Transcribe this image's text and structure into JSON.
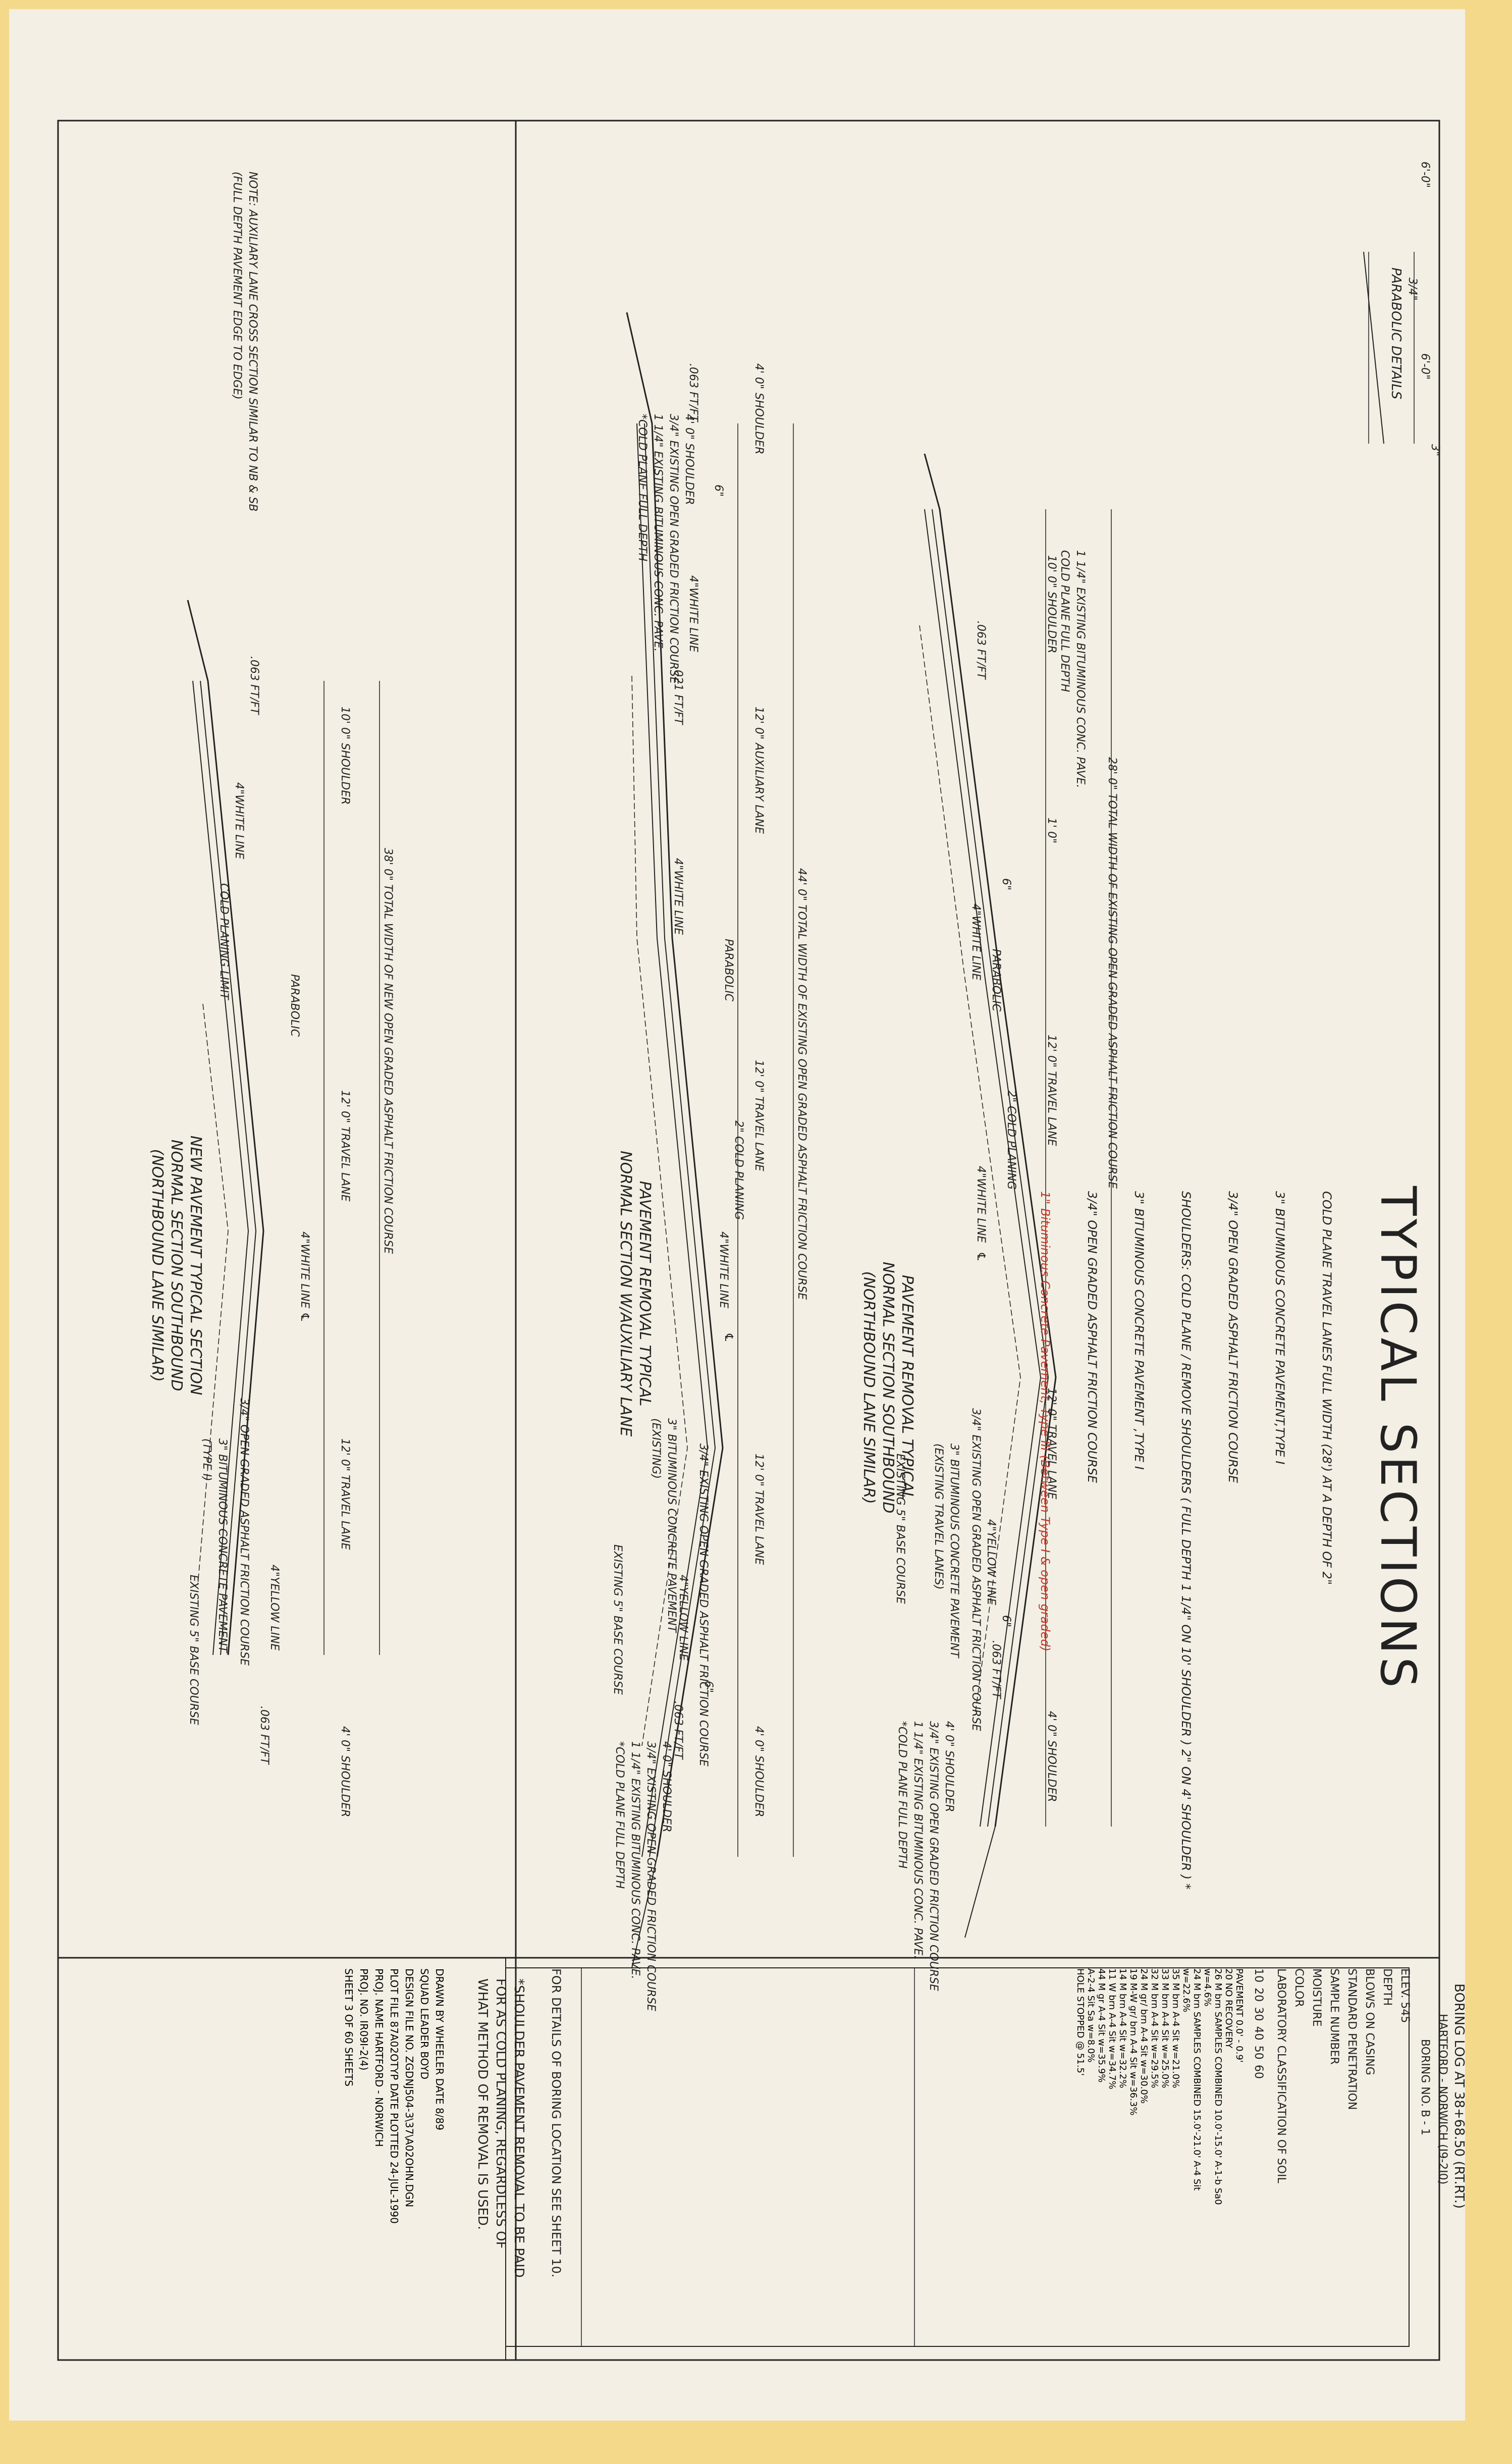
{
  "title": "TYPICAL SECTIONS",
  "notes": {
    "lines": [
      "COLD PLANE TRAVEL LANES FULL WIDTH (28') AT A DEPTH OF 2\"",
      "3\" BITUMINOUS CONCRETE PAVEMENT,TYPE I",
      "3/4\" OPEN GRADED ASPHALT FRICTION COURSE",
      "SHOULDERS: COLD PLANE / REMOVE SHOULDERS ( FULL DEPTH 1 1/4\" ON 10' SHOULDER ) 2\" ON 4' SHOULDER ) *",
      "3\" BITUMINOUS CONCRETE PAVEMENT ,TYPE I",
      "3/4\" OPEN GRADED ASPHALT FRICTION COURSE"
    ],
    "handwritten": "1\" Bituminous Concrete Pavement, Type III (Between Type I & open graded)"
  },
  "parabolic_detail": {
    "title": "PARABOLIC DETAILS",
    "dim_left": "6'-0\"",
    "dim_right": "6'-0\"",
    "crown": "3/4\"",
    "edge": "3\""
  },
  "section1": {
    "caption": "PAVEMENT REMOVAL TYPICAL\nNORMAL SECTION SOUTHBOUND\n(NORTHBOUND LANE SIMILAR)",
    "total_width": "28' 0\" TOTAL WIDTH OF EXISTING OPEN GRADED ASPHALT FRICTION COURSE",
    "dims": [
      "10' 0\" SHOULDER",
      "1' 0\"",
      "12' 0\" TRAVEL LANE",
      "12' 0\" TRAVEL LANE",
      "4' 0\" SHOULDER"
    ],
    "labels": {
      "existing_left": "1 1/4\" EXISTING BITUMINOUS CONC. PAVE.\nCOLD PLANE FULL DEPTH",
      "slope_left": ".063 FT/FT",
      "slope_right": ".063 FT/FT",
      "six_in_left": "6\"",
      "six_in_right": "6\"",
      "white_line_left": "4\"WHITE LINE",
      "parabolic": "PARABOLIC",
      "cold_planing": "2\" COLD PLANING",
      "white_line_center": "4\"WHITE LINE",
      "cl": "℄",
      "open_graded": "3/4\" EXISTING OPEN GRADED ASPHALT FRICTION COURSE",
      "bit_conc": "3\" BITUMINOUS CONCRETE PAVEMENT\n(EXISTING TRAVEL LANES)",
      "yellow_line": "4\"YELLOW LINE",
      "base_course": "EXISTING 5\" BASE COURSE",
      "right_notes": "4' 0\" SHOULDER\n3/4\" EXISTING OPEN GRADED FRICTION COURSE\n1 1/4\" EXISTING BITUMINOUS CONC. PAVE.\n*COLD PLANE FULL DEPTH"
    }
  },
  "section2": {
    "caption": "PAVEMENT REMOVAL TYPICAL\nNORMAL SECTION W/AUXILIARY LANE",
    "total_width": "44' 0\" TOTAL WIDTH OF EXISTING OPEN GRADED ASPHALT FRICTION COURSE",
    "dims": [
      "4' 0\" SHOULDER",
      "12' 0\" AUXILIARY LANE",
      "12' 0\" TRAVEL LANE",
      "12' 0\" TRAVEL LANE",
      "4' 0\" SHOULDER"
    ],
    "labels": {
      "left_notes": "4' 0\" SHOULDER\n3/4\" EXISTING OPEN GRADED FRICTION COURSE\n1 1/4\" EXISTING BITUMINOUS CONC. PAVE.\n*COLD PLANE FULL DEPTH",
      "slope_left": ".063 FT/FT",
      "six_in": "6\"",
      "white_line_left": "4\"WHITE LINE",
      "aux_slope": ".021 FT/FT",
      "white_line_2": "4\"WHITE LINE",
      "parabolic": "PARABOLIC",
      "cold_planing": "2\" COLD PLANING",
      "white_line_center": "4\"WHITE LINE",
      "cl": "℄",
      "open_graded": "3/4\" EXISTING OPEN GRADED ASPHALT FRICTION COURSE",
      "bit_conc": "3\" BITUMINOUS CONCRETE PAVEMENT\n(EXISTING)",
      "yellow_line": "4\"YELLOW LINE",
      "six_in_right": "6\"",
      "slope_right": ".063 FT/FT",
      "base_course": "EXISTING 5\" BASE COURSE",
      "right_notes": "4' 0\" SHOULDER\n3/4\" EXISTING OPEN GRADED FRICTION COURSE\n1 1/4\" EXISTING BITUMINOUS CONC. PAVE.\n*COLD PLANE FULL DEPTH"
    }
  },
  "section3": {
    "caption": "NEW PAVEMENT TYPICAL SECTION\nNORMAL SECTION SOUTHBOUND\n(NORTHBOUND LANE SIMILAR)",
    "total_width": "38' 0\" TOTAL WIDTH OF NEW OPEN GRADED ASPHALT FRICTION COURSE",
    "dims": [
      "10' 0\" SHOULDER",
      "12' 0\" TRAVEL LANE",
      "12' 0\" TRAVEL LANE",
      "4' 0\" SHOULDER"
    ],
    "labels": {
      "aux_note": "NOTE: AUXILIARY LANE CROSS SECTION SIMILAR TO NB & SB\n(FULL DEPTH PAVEMENT EDGE TO EDGE)",
      "slope_left": ".063 FT/FT",
      "white_line_left": "4\"WHITE LINE",
      "cold_planing_limit": "COLD PLANING LIMIT",
      "parabolic": "PARABOLIC",
      "white_line_center": "4\"WHITE LINE",
      "cl": "℄",
      "open_graded": "3/4\" OPEN GRADED ASPHALT FRICTION COURSE",
      "bit_conc": "3\" BITUMINOUS CONCRETE PAVEMENT\n(TYPE I)",
      "yellow_line": "4\"YELLOW LINE",
      "slope_right": ".063 FT/FT",
      "base_course": "EXISTING 5\" BASE COURSE"
    }
  },
  "boring_log": {
    "title": "BORING LOG AT 38+68.50 (RT.RT.)",
    "subtitle": "HARTFORD - NORWICH (I9-2I0)",
    "boring_no_label": "BORING NO.",
    "boring_no": "B - 1",
    "elev": "ELEV. 545",
    "columns": [
      "DEPTH",
      "BLOWS ON CASING",
      "STANDARD PENETRATION",
      "SAMPLE NUMBER",
      "MOISTURE",
      "COLOR",
      "LABORATORY CLASSIFICATION OF SOIL"
    ],
    "depth_ticks": [
      "10",
      "20",
      "30",
      "40",
      "50",
      "60"
    ],
    "rows": [
      {
        "blows": "",
        "moisture": "",
        "color": "",
        "classification": "PAVEMENT 0.0' - 0.9'"
      },
      {
        "blows": "20",
        "moisture": "",
        "color": "",
        "classification": "NO RECOVERY"
      },
      {
        "blows": "26",
        "moisture": "M",
        "color": "brn",
        "classification": "SAMPLES COMBINED 10.0'-15.0' A-1-b Sa0 w=4.6%"
      },
      {
        "blows": "24",
        "moisture": "M",
        "color": "brn",
        "classification": "SAMPLES COMBINED 15.0'-21.0' A-4 Sit w=22.6%"
      },
      {
        "blows": "35",
        "moisture": "M",
        "color": "brn",
        "classification": "A-4 Sit w=21.0%"
      },
      {
        "blows": "33",
        "moisture": "M",
        "color": "brn",
        "classification": "A-4 Sit w=25.0%"
      },
      {
        "blows": "32",
        "moisture": "M",
        "color": "brn",
        "classification": "A-4 Sit w=29.5%"
      },
      {
        "blows": "24",
        "moisture": "M",
        "color": "gr/ brn",
        "classification": "A-4 Sit w=30.0%"
      },
      {
        "blows": "19",
        "moisture": "M-W",
        "color": "gr/ brn",
        "classification": "A-4 Sit w=36.3%"
      },
      {
        "blows": "14",
        "moisture": "M",
        "color": "brn",
        "classification": "A-4 Sit w=32.2%"
      },
      {
        "blows": "11",
        "moisture": "W",
        "color": "brn",
        "classification": "A-4 Sit w=34.7%"
      },
      {
        "blows": "44",
        "moisture": "M",
        "color": "gr",
        "classification": "A-4 Sit w=35.9%"
      },
      {
        "blows": "",
        "moisture": "",
        "color": "",
        "classification": "A-2-4 Sit Sa w=8.0%"
      },
      {
        "blows": "",
        "moisture": "",
        "color": "",
        "classification": "HOLE STOPPED @ 51.5'"
      }
    ],
    "footer": "FOR DETAILS OF BORING LOCATION SEE SHEET 10."
  },
  "shoulder_note": "*SHOULDER PAVEMENT REMOVAL TO BE PAID\nFOR AS COLD PLANING, REGARDLESS OF\nWHAT METHOD OF REMOVAL IS USED.",
  "title_block": {
    "drawn_by_label": "DRAWN BY",
    "drawn_by": "WHEELER",
    "date_label": "DATE",
    "date": "8/89",
    "squad_leader_label": "SQUAD LEADER",
    "squad_leader": "BOYD",
    "design_file_label": "DESIGN FILE NO.",
    "design_file": "ZGDNJ504-3\\37\\A02OHN.DGN",
    "plot_file_label": "PLOT FILE",
    "plot_file": "87A02OTYP",
    "date_plotted_label": "DATE PLOTTED",
    "date_plotted": "24-JUL-1990",
    "proj_name_label": "PROJ. NAME",
    "proj_name": "HARTFORD - NORWICH",
    "proj_no_label": "PROJ. NO.",
    "proj_no": "IR09I-2(4)",
    "sheet": "SHEET 3 OF 60 SHEETS"
  },
  "colors": {
    "paper": "#f3efe4",
    "ink": "#222222",
    "redline": "#c0392b",
    "tape": "#f5d98a"
  }
}
